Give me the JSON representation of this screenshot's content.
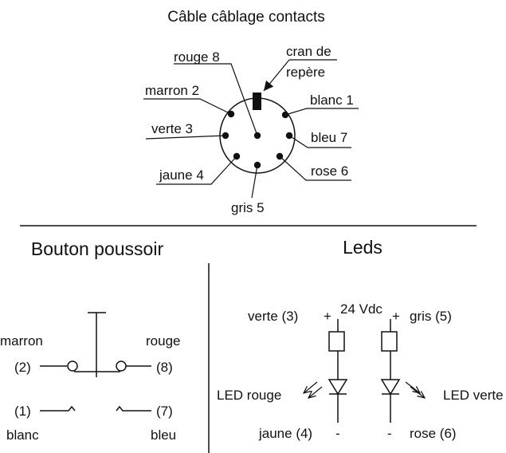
{
  "connector": {
    "title": "Câble câblage contacts",
    "notch_label_1": "cran de",
    "notch_label_2": "repère",
    "pins": {
      "p1": "blanc 1",
      "p2": "marron 2",
      "p3": "verte 3",
      "p4": "jaune 4",
      "p5": "gris 5",
      "p6": "rose 6",
      "p7": "bleu 7",
      "p8": "rouge  8"
    }
  },
  "pushbutton": {
    "title": "Bouton poussoir",
    "left_top_name": "marron",
    "left_top_num": "(2)",
    "right_top_name": "rouge",
    "right_top_num": "(8)",
    "left_bottom_num": "(1)",
    "left_bottom_name": "blanc",
    "right_bottom_num": "(7)",
    "right_bottom_name": "bleu"
  },
  "leds": {
    "title": "Leds",
    "supply": "24 Vdc",
    "left_top_label": "verte (3)",
    "right_top_label": "gris (5)",
    "plus_left": "+",
    "plus_right": "+",
    "led_left": "LED rouge",
    "led_right": "LED verte",
    "left_bottom_label": "jaune (4)",
    "right_bottom_label": "rose (6)",
    "minus_left": "-",
    "minus_right": "-"
  },
  "colors": {
    "ink": "#111111",
    "background": "#ffffff"
  }
}
